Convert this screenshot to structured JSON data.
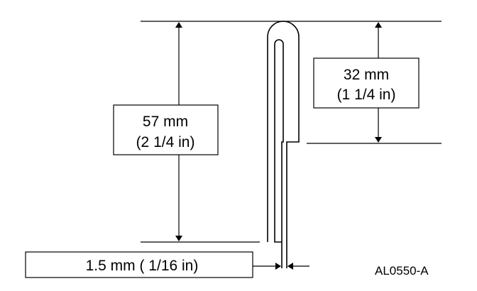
{
  "dimensions": {
    "total_height": {
      "mm": "57 mm",
      "inch": "(2 1/4 in)"
    },
    "bend_height": {
      "mm": "32 mm",
      "inch": "(1 1/4 in)"
    },
    "thickness": {
      "text": "1.5 mm ( 1/16 in)"
    }
  },
  "figure_code": "AL0550-A",
  "colors": {
    "line": "#000000",
    "background": "#ffffff"
  }
}
